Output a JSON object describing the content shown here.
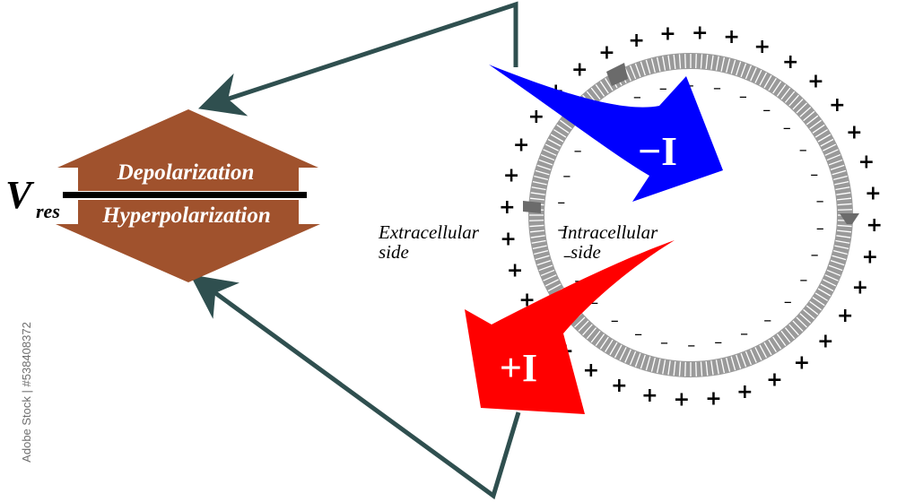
{
  "potential": {
    "symbol": "V",
    "subscript": "res"
  },
  "arrows": {
    "up_label": "Depolarization",
    "down_label": "Hyperpolarization"
  },
  "currents": {
    "negative_label": "−I",
    "positive_label": "+I"
  },
  "sides": {
    "extracellular_line1": "Extracellular",
    "extracellular_line2": "side",
    "intracellular_line1": "Intracellular",
    "intracellular_line2": "side"
  },
  "membrane": {
    "outside_charge": "+",
    "inside_charge": "–"
  },
  "stamp": "Adobe Stock | #538408372",
  "colors": {
    "arrow_brown": "#a0522d",
    "feedback_line": "#2f4f4f",
    "negative_current": "#0000ff",
    "positive_current": "#ff0000",
    "membrane_gray": "#9a9a9a",
    "membrane_dark": "#6b6b6b"
  }
}
